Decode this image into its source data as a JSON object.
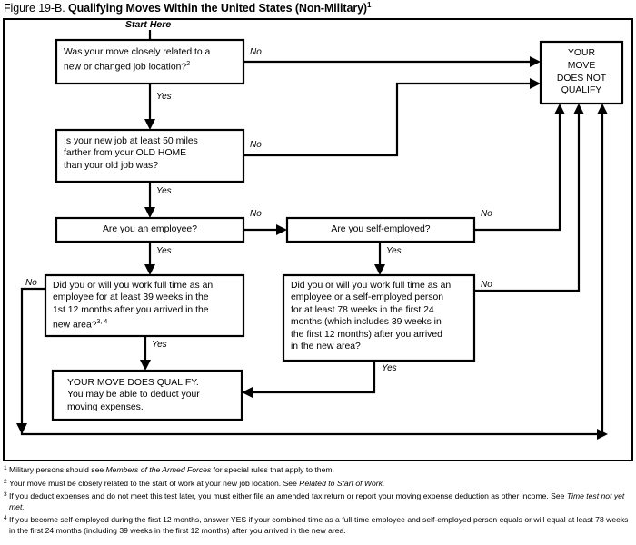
{
  "figure": {
    "label": "Figure 19-B.",
    "title": "Qualifying Moves Within the United States (Non-Military)",
    "title_footnote_mark": "1"
  },
  "start_label": "Start Here",
  "edge_labels": {
    "yes": "Yes",
    "no": "No"
  },
  "nodes": {
    "q1": {
      "id": "related-to-job-location",
      "line1": "Was your move closely related to a",
      "line2": "new or changed job location?",
      "footnote_mark": "2"
    },
    "q2": {
      "id": "fifty-miles-farther",
      "line1": "Is your new job at least 50 miles",
      "line2": "farther from your OLD HOME",
      "line3": "than your old job was?"
    },
    "q3": {
      "id": "are-you-an-employee",
      "text": "Are you an employee?"
    },
    "q4": {
      "id": "are-you-self-employed",
      "text": "Are you self-employed?"
    },
    "q5": {
      "id": "thirty-nine-weeks-test",
      "line1": "Did you or will you work full time as an",
      "line2": "employee for at least 39 weeks in the",
      "line3": "1st 12 months after you arrived in the",
      "line4": "new area?",
      "footnote_mark": "3, 4"
    },
    "q6": {
      "id": "seventy-eight-weeks-test",
      "line1": "Did you or will you work full time as an",
      "line2": "employee or a self-employed person",
      "line3": "for at least 78 weeks in the first 24",
      "line4": "months (which includes 39 weeks in",
      "line5": "the first 12 months) after you arrived",
      "line6": "in the new area?"
    },
    "qualify": {
      "id": "move-does-qualify",
      "line1": "YOUR MOVE DOES QUALIFY.",
      "line2": "You may be able to deduct your",
      "line3": "moving expenses."
    },
    "not_qualify": {
      "id": "move-does-not-qualify",
      "line1": "YOUR",
      "line2": "MOVE",
      "line3": "DOES NOT",
      "line4": "QUALIFY"
    }
  },
  "footnotes": [
    {
      "mark": "1",
      "parts": [
        {
          "text": "Military persons should see ",
          "italic": false
        },
        {
          "text": "Members of the Armed Forces",
          "italic": true
        },
        {
          "text": " for special rules that apply to them.",
          "italic": false
        }
      ]
    },
    {
      "mark": "2",
      "parts": [
        {
          "text": "Your move must be closely related to the start of work at your new job location. See ",
          "italic": false
        },
        {
          "text": "Related to Start of Work.",
          "italic": true
        }
      ]
    },
    {
      "mark": "3",
      "parts": [
        {
          "text": "If you deduct expenses and do not meet this test later, you must either file an amended tax return or report your moving expense deduction as other income. See ",
          "italic": false
        },
        {
          "text": "Time test not yet met.",
          "italic": true
        }
      ]
    },
    {
      "mark": "4",
      "parts": [
        {
          "text": "If you become self-employed during the first 12 months, answer YES if your combined time as a full-time employee and self-employed person equals or will equal at least 78 weeks in the first 24 months (including 39 weeks in the first 12 months) after you arrived in the new area.",
          "italic": false
        }
      ]
    }
  ],
  "colors": {
    "ink": "#000000",
    "paper": "#ffffff"
  }
}
